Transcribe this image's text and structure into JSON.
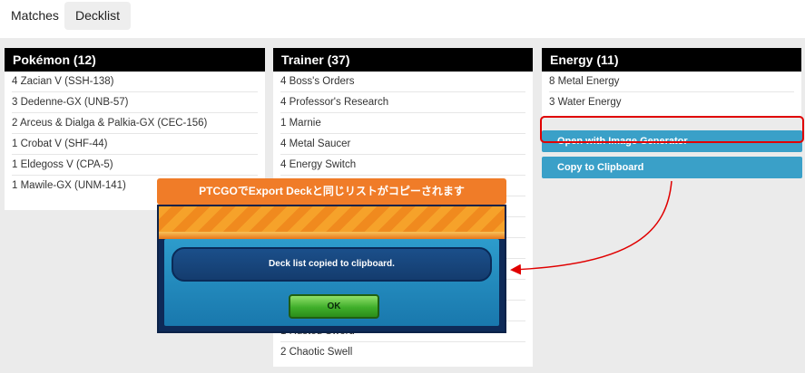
{
  "tabs": [
    {
      "label": "Matches"
    },
    {
      "label": "Decklist"
    }
  ],
  "pokemon": {
    "title": "Pokémon (12)",
    "items": [
      "4 Zacian V (SSH-138)",
      "3 Dedenne-GX (UNB-57)",
      "2 Arceus & Dialga & Palkia-GX (CEC-156)",
      "1 Crobat V (SHF-44)",
      "1 Eldegoss V (CPA-5)",
      "1 Mawile-GX (UNM-141)"
    ]
  },
  "trainer": {
    "title": "Trainer (37)",
    "items": [
      "4 Boss's Orders",
      "4 Professor's Research",
      "1 Marnie",
      "4 Metal Saucer",
      "4 Energy Switch",
      "",
      "",
      "",
      "",
      "",
      "",
      "",
      "1 Rusted Sword",
      "2 Chaotic Swell"
    ]
  },
  "energy": {
    "title": "Energy (11)",
    "items": [
      "8 Metal Energy",
      "3 Water Energy"
    ]
  },
  "actions": {
    "image_generator": "Open with Image Generator",
    "copy_clipboard": "Copy to Clipboard"
  },
  "banner": {
    "text": "PTCGOでExport Deckと同じリストがコピーされます"
  },
  "dialog": {
    "message": "Deck list copied to clipboard.",
    "ok_label": "OK"
  },
  "colors": {
    "action_button": "#3aa0c8",
    "highlight": "#e00000",
    "banner": "#f07c28"
  }
}
